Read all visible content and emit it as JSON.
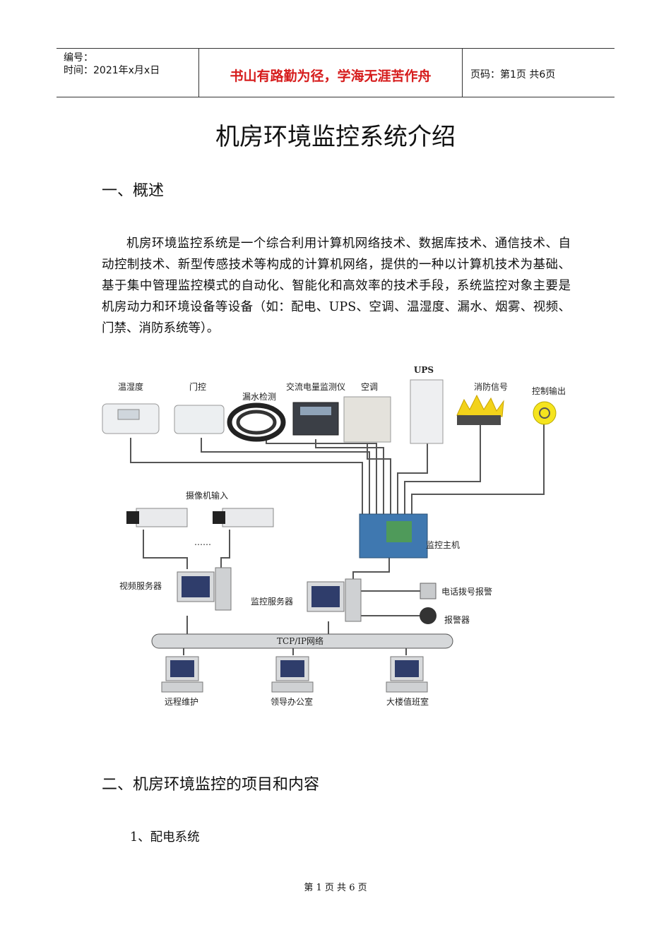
{
  "header": {
    "number_label": "编号：",
    "time_label": "时间：2021年x月x日",
    "motto": "书山有路勤为径，学海无涯苦作舟",
    "page_label": "页码：第1页  共6页"
  },
  "title": "机房环境监控系统介绍",
  "section1": {
    "heading": "一、概述",
    "paragraph": "机房环境监控系统是一个综合利用计算机网络技术、数据库技术、通信技术、自动控制技术、新型传感技术等构成的计算机网络，提供的一种以计算机技术为基础、基于集中管理监控模式的自动化、智能化和高效率的技术手段，系统监控对象主要是机房动力和环境设备等设备（如：配电、UPS、空调、温湿度、漏水、烟雾、视频、门禁、消防系统等）。"
  },
  "diagram": {
    "devices": [
      "温湿度",
      "门控",
      "漏水检测",
      "交流电量监测仪",
      "空调",
      "UPS",
      "消防信号",
      "控制输出"
    ],
    "camera_input": "摄像机输入",
    "dots": "……",
    "monitor_host": "监控主机",
    "video_server": "视频服务器",
    "monitor_server": "监控服务器",
    "phone_alarm": "电话拨号报警",
    "alarm": "报警器",
    "network": "TCP/IP网络",
    "terminals": [
      "远程维护",
      "领导办公室",
      "大楼值班室"
    ]
  },
  "section2": {
    "heading": "二、机房环境监控的项目和内容",
    "sub1": "1、配电系统"
  },
  "footer": "第 1 页 共 6 页"
}
